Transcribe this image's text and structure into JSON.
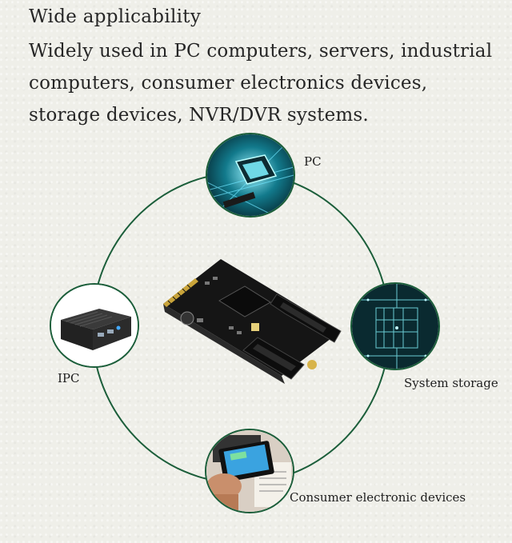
{
  "heading": "Wide applicability",
  "paragraph": "Widely used in PC computers, servers, industrial computers, consumer electronics devices, storage devices, NVR/DVR systems.",
  "labels": {
    "pc": "PC",
    "ipc": "IPC",
    "storage": "System storage",
    "consumer": "Consumer electronic devices"
  },
  "colors": {
    "ring": "#1b5e3a",
    "background": "#efefe9"
  },
  "icons": {
    "pc": "cpu-chip-image",
    "ipc": "industrial-pc-image",
    "storage": "server-network-image",
    "consumer": "pos-payment-terminal-image",
    "center": "m2-sata-adapter-card-image"
  }
}
